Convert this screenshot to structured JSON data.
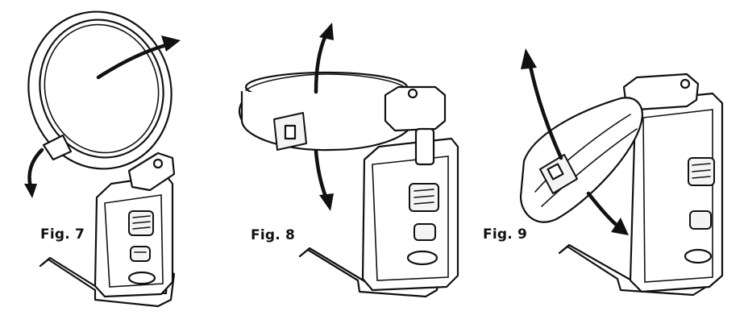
{
  "figures": [
    {
      "label": "Fig. 7"
    },
    {
      "label": "Fig. 8"
    },
    {
      "label": "Fig. 9"
    }
  ]
}
